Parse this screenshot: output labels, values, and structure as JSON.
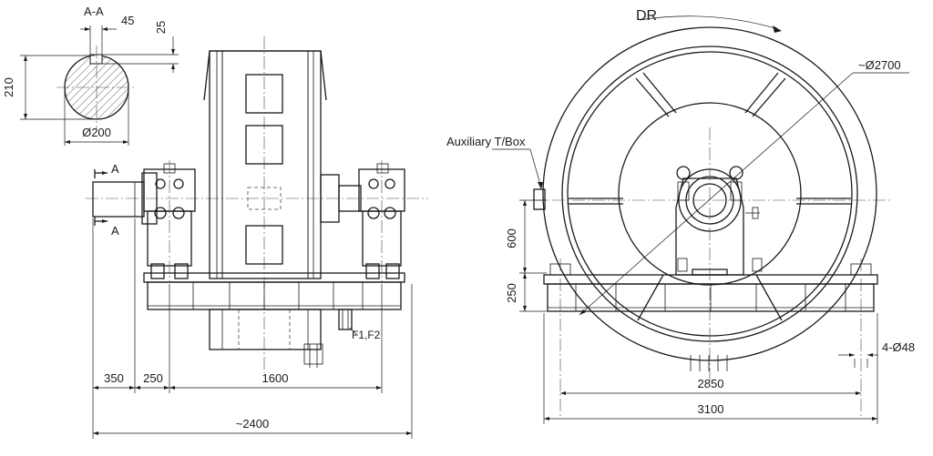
{
  "section": {
    "label": "A-A",
    "width_dim": "45",
    "depth_dim": "25",
    "height_dim": "210",
    "diameter_dim": "Ø200"
  },
  "cut_marks": {
    "top": "A",
    "bottom": "A"
  },
  "front_view": {
    "dims": {
      "d350": "350",
      "d250": "250",
      "d1600": "1600",
      "d2400": "~2400"
    },
    "terminal_label": "F1,F2"
  },
  "side_view": {
    "rotation_label": "DR",
    "diameter_label": "~Ø2700",
    "aux_box_label": "Auxiliary T/Box",
    "dims": {
      "d600": "600",
      "d250": "250",
      "d2850": "2850",
      "d3100": "3100",
      "holes": "4-Ø48"
    }
  }
}
